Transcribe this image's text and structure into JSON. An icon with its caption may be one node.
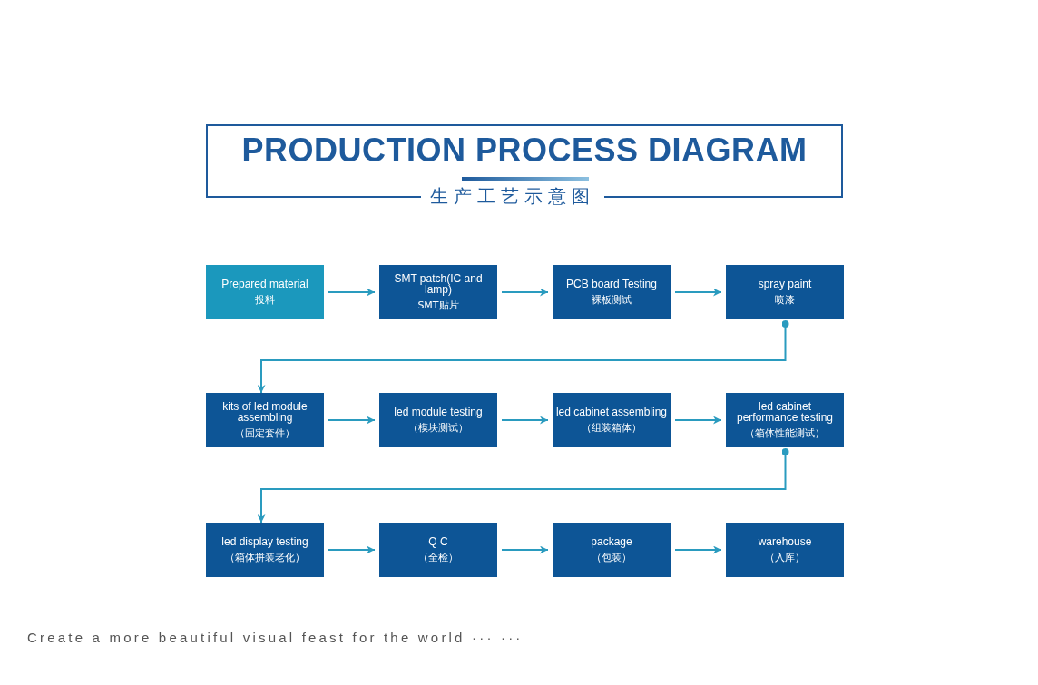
{
  "diagram": {
    "title": "PRODUCTION PROCESS DIAGRAM",
    "nodes": [
      {
        "text": [
          "Prepared material",
          "投料"
        ]
      },
      {
        "text": [
          "SMT patch(IC and lamp)",
          "SMT贴片"
        ]
      },
      {
        "text": [
          "PCB board Testing",
          "裸板测试"
        ]
      },
      {
        "text": [
          "spray paint",
          "喷漆"
        ]
      },
      {
        "text": [
          "kits of led module assembling",
          "（固定套件）"
        ]
      },
      {
        "text": [
          "led module testing",
          "（模块测试）"
        ]
      },
      {
        "text": [
          "led cabinet assembling",
          "（组装箱体）"
        ]
      },
      {
        "text": [
          "led cabinet performance testing",
          "（箱体性能测试）"
        ]
      },
      {
        "text": [
          "led display testing",
          "（箱体拼装老化）"
        ]
      },
      {
        "text": [
          "Q C",
          "（全检）"
        ]
      },
      {
        "text": [
          "package",
          "（包装）"
        ]
      },
      {
        "text": [
          "warehouse",
          "（入库）"
        ]
      }
    ],
    "edges": [
      {
        "from": 0,
        "to": 1,
        "arrow": "to"
      },
      {
        "from": 1,
        "to": 2,
        "arrow": "to"
      },
      {
        "from": 2,
        "to": 3,
        "arrow": "to"
      },
      {
        "from": 3,
        "to": 4,
        "arrow": "to"
      },
      {
        "from": 4,
        "to": 5,
        "arrow": "to"
      },
      {
        "from": 5,
        "to": 6,
        "arrow": "to"
      },
      {
        "from": 6,
        "to": 7,
        "arrow": "to"
      },
      {
        "from": 7,
        "to": 8,
        "arrow": "to"
      },
      {
        "from": 8,
        "to": 9,
        "arrow": "to"
      },
      {
        "from": 9,
        "to": 10,
        "arrow": "to"
      },
      {
        "from": 10,
        "to": 11,
        "arrow": "to"
      }
    ],
    "labels": [
      "生产工艺示意图",
      "Create a more beautiful visual feast for the world ··· ···"
    ]
  }
}
